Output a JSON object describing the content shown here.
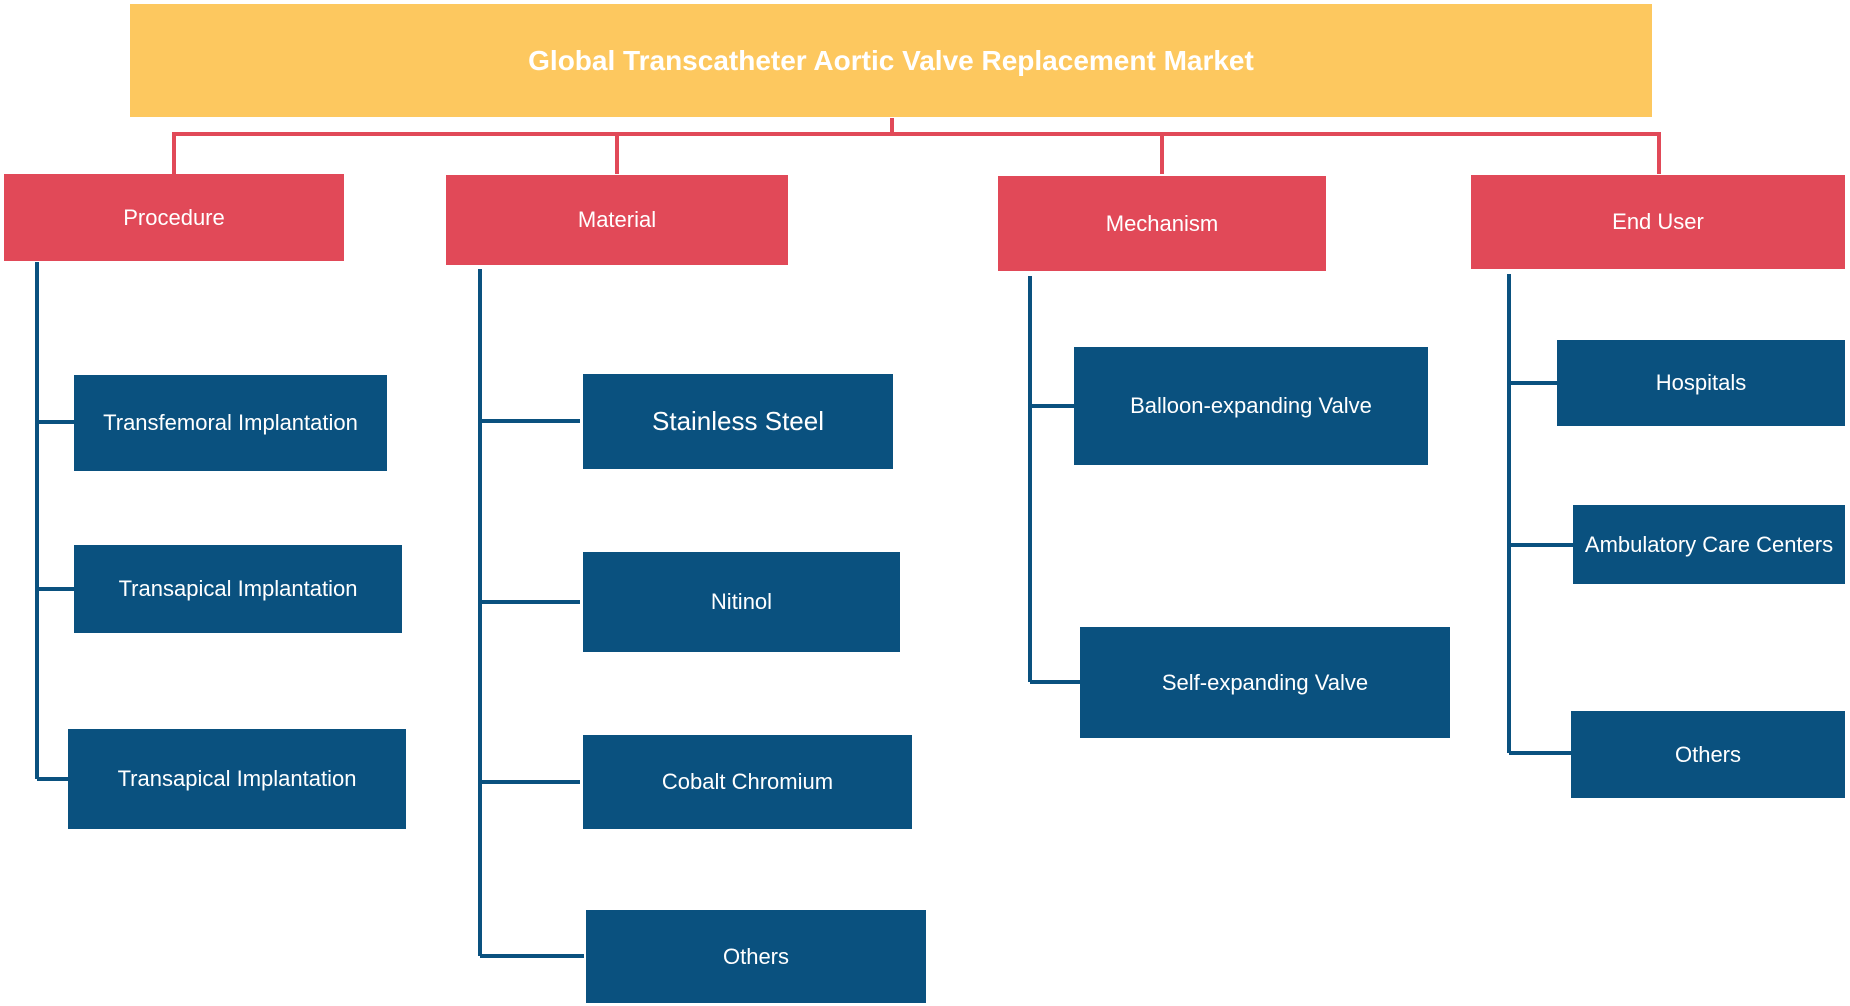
{
  "title": "Global Transcatheter Aortic Valve Replacement Market",
  "colors": {
    "title_bg": "#fdc85f",
    "category_bg": "#e14958",
    "item_bg": "#0a517f",
    "title_connector": "#e14958",
    "branch_connector": "#0a517f"
  },
  "categories": [
    {
      "label": "Procedure",
      "items": [
        "Transfemoral Implantation",
        "Transapical Implantation",
        "Transapical Implantation"
      ]
    },
    {
      "label": "Material",
      "items": [
        "Stainless Steel",
        "Nitinol",
        "Cobalt Chromium",
        "Others"
      ]
    },
    {
      "label": "Mechanism",
      "items": [
        "Balloon-expanding Valve",
        "Self-expanding Valve"
      ]
    },
    {
      "label": "End User",
      "items": [
        "Hospitals",
        "Ambulatory Care Centers",
        "Others"
      ]
    }
  ]
}
